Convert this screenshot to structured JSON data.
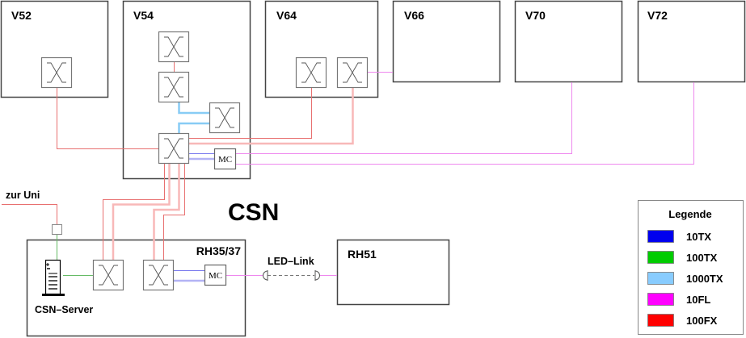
{
  "diagram": {
    "title": "CSN",
    "rooms": [
      {
        "id": "v52",
        "label": "V52"
      },
      {
        "id": "v54",
        "label": "V54"
      },
      {
        "id": "v64",
        "label": "V64"
      },
      {
        "id": "v66",
        "label": "V66"
      },
      {
        "id": "v70",
        "label": "V70"
      },
      {
        "id": "v72",
        "label": "V72"
      },
      {
        "id": "rh3537",
        "label": "RH35/37"
      },
      {
        "id": "rh51",
        "label": "RH51"
      }
    ],
    "media_converter_label": "MC",
    "uplink_label": "zur Uni",
    "server_label": "CSN–Server",
    "led_link_label": "LED–Link"
  },
  "legend": {
    "title": "Legende",
    "entries": [
      {
        "label": "10TX",
        "color": "#0000ee"
      },
      {
        "label": "100TX",
        "color": "#00cc00"
      },
      {
        "label": "1000TX",
        "color": "#88ccff"
      },
      {
        "label": "10FL",
        "color": "#ff00ff"
      },
      {
        "label": "100FX",
        "color": "#ff0000"
      }
    ]
  },
  "colors": {
    "line_10tx": "#7777ee",
    "line_10tx_thick": "#b3b3f5",
    "line_100tx": "#66bb66",
    "line_1000tx": "#88ccf5",
    "line_10fl": "#ee88ee",
    "line_100fx": "#e87070",
    "line_100fx_thick": "#f8b8b8"
  }
}
